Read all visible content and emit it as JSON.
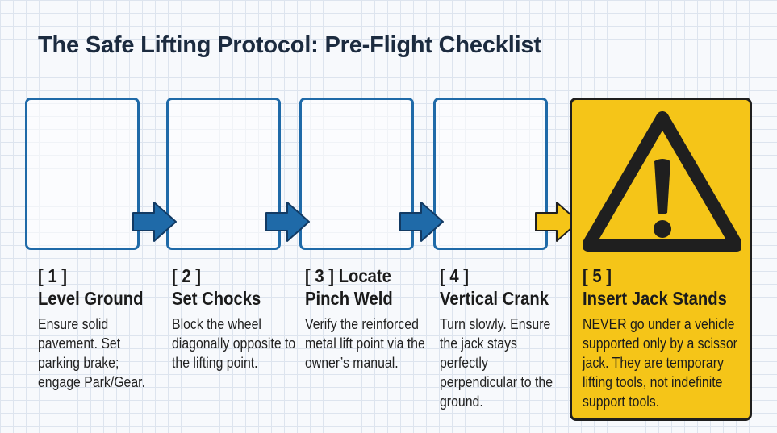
{
  "title": "The Safe Lifting Protocol: Pre-Flight Checklist",
  "colors": {
    "box_border": "#1f6aa8",
    "arrow_blue": "#1f6aa8",
    "arrow_yellow": "#f5c518",
    "warning_card": "#f5c518",
    "warning_symbol": "#1f1f1f"
  },
  "steps": [
    {
      "number": "[ 1 ]",
      "name": "Level Ground",
      "description": "Ensure solid pavement. Set parking brake; engage Park/Gear."
    },
    {
      "number": "[ 2 ]",
      "name": "Set Chocks",
      "description": "Block the wheel diagonally opposite to the lifting point."
    },
    {
      "number": "[ 3 ] Locate",
      "name": "Pinch Weld",
      "description": "Verify the reinforced metal lift point via the owner’s manual."
    },
    {
      "number": "[ 4 ]",
      "name": "Vertical Crank",
      "description": "Turn slowly. Ensure the jack stays perfectly perpendicular to the ground."
    },
    {
      "number": "[ 5 ]",
      "name": "Insert Jack Stands",
      "description": "NEVER go under a vehicle supported only by a scissor jack. They are temporary lifting tools, not indefinite support tools."
    }
  ],
  "icons": [
    "arrow-right-icon",
    "warning-triangle-icon"
  ]
}
